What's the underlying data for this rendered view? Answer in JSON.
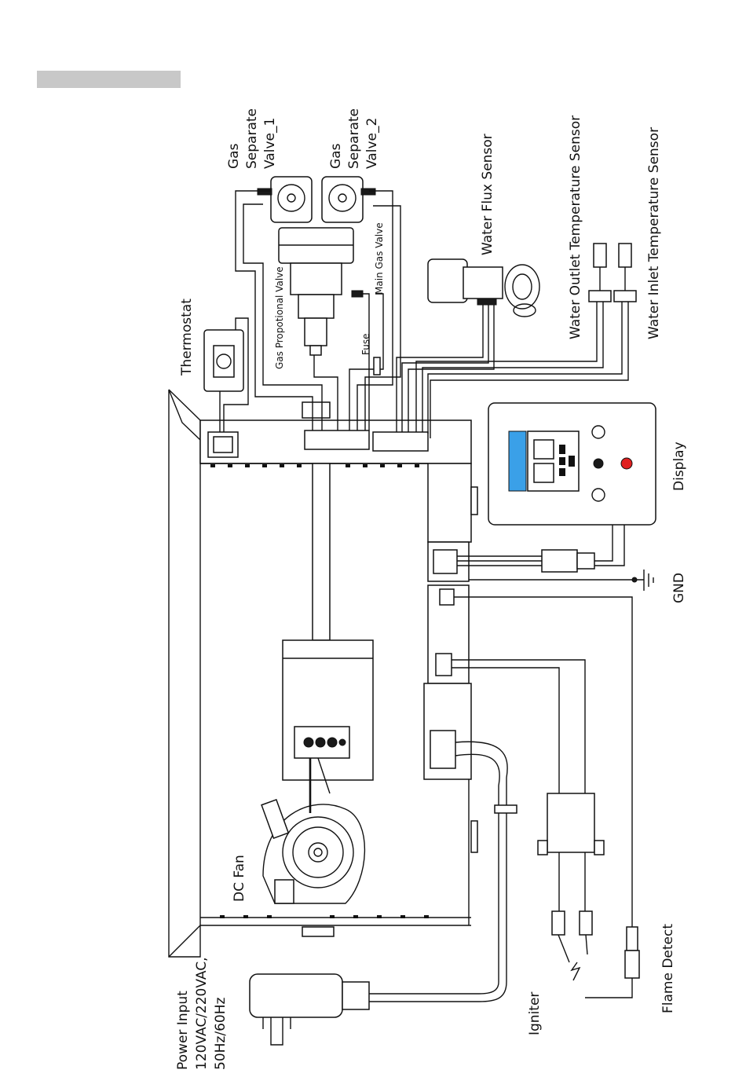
{
  "labels": {
    "gas_valve_1": [
      "Gas",
      "Separate",
      "Valve_1"
    ],
    "gas_valve_2": [
      "Gas",
      "Separate",
      "Valve_2"
    ],
    "water_flux_sensor": "Water Flux Sensor",
    "water_outlet_sensor": "Water Outlet Temperature Sensor",
    "water_inlet_sensor": "Water Inlet Temperature Sensor",
    "thermostat": "Thermostat",
    "gas_proportional_valve": "Gas Propotional Valve",
    "main_gas_valve": "Main Gas Valve",
    "fuse": "Fuse",
    "display": "Display",
    "gnd": "GND",
    "dc_fan": "DC Fan",
    "power_input": [
      "Power Input",
      "120VAC/220VAC,",
      "50Hz/60Hz"
    ],
    "igniter": "Igniter",
    "flame_detect": "Flame Detect"
  },
  "colors": {
    "header_bar": "#c8c8c8",
    "lcd": "#3aa0e8",
    "power_led": "#e02020"
  }
}
